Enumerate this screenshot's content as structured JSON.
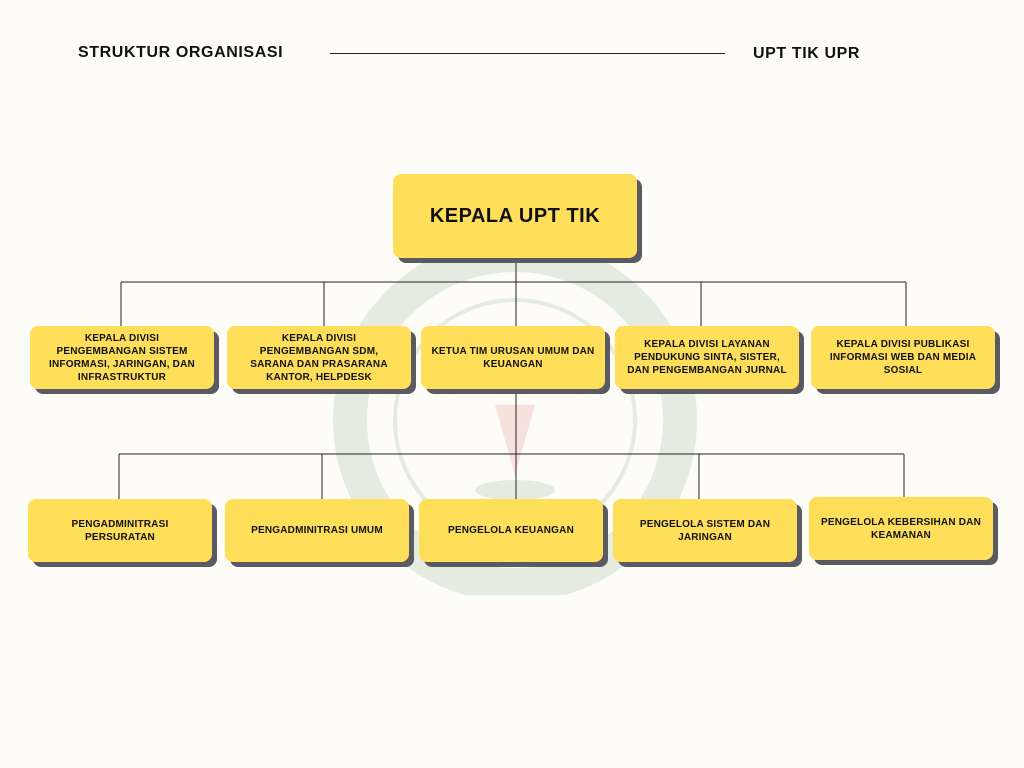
{
  "header": {
    "left_title": "STRUKTUR ORGANISASI",
    "right_title": "UPT TIK UPR"
  },
  "colors": {
    "box_fill": "#ffde59",
    "box_shadow": "#5a5a63",
    "line": "#222222",
    "background": "#fdfcf7",
    "watermark": "#2e7d32"
  },
  "watermark": {
    "icon": "university-seal-icon"
  },
  "chart": {
    "head": "KEPALA UPT TIK",
    "level2": [
      "KEPALA DIVISI PENGEMBANGAN SISTEM INFORMASI, JARINGAN, DAN INFRASTRUKTUR",
      "KEPALA DIVISI PENGEMBANGAN SDM, SARANA DAN PRASARANA KANTOR, HELPDESK",
      "KETUA TIM URUSAN UMUM DAN KEUANGAN",
      "KEPALA DIVISI LAYANAN PENDUKUNG SINTA, SISTER, DAN PENGEMBANGAN JURNAL",
      "KEPALA DIVISI PUBLIKASI INFORMASI WEB DAN MEDIA SOSIAL"
    ],
    "level3": [
      "PENGADMINITRASI PERSURATAN",
      "PENGADMINITRASI UMUM",
      "PENGELOLA KEUANGAN",
      "PENGELOLA SISTEM DAN JARINGAN",
      "PENGELOLA KEBERSIHAN DAN KEAMANAN"
    ]
  }
}
